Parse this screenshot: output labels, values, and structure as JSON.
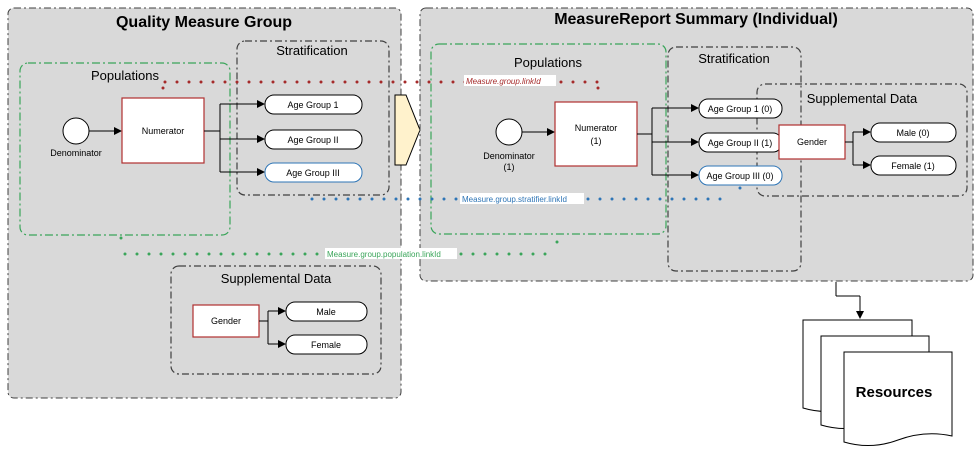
{
  "left_panel": {
    "title": "Quality Measure Group",
    "populations_title": "Populations",
    "denominator": "Denominator",
    "numerator": "Numerator",
    "stratification_title": "Stratification",
    "strata": [
      "Age Group 1",
      "Age Group II",
      "Age Group III"
    ],
    "supplemental_title": "Supplemental Data",
    "gender": "Gender",
    "genders": [
      "Male",
      "Female"
    ]
  },
  "right_panel": {
    "title": "MeasureReport Summary (Individual)",
    "populations_title": "Populations",
    "denominator": "Denominator",
    "denominator_count": "(1)",
    "numerator": "Numerator",
    "numerator_count": "(1)",
    "stratification_title": "Stratification",
    "strata": [
      "Age Group 1 (0)",
      "Age Group II (1)",
      "Age Group III (0)"
    ],
    "supplemental_title": "Supplemental Data",
    "gender": "Gender",
    "genders": [
      "Male (0)",
      "Female (1)"
    ]
  },
  "links": {
    "group": "Measure.group.linkId",
    "stratifier": "Measure.group.stratifier.linkId",
    "population": "Measure.group.population.linkId"
  },
  "resources": "Resources",
  "colors": {
    "panel": "#d9d9d9",
    "population_border": "#3aa55a",
    "group_link": "#a52a2a",
    "stratifier_link": "#2e75b6",
    "population_link": "#3aa55a",
    "box_border": "#b03030"
  }
}
